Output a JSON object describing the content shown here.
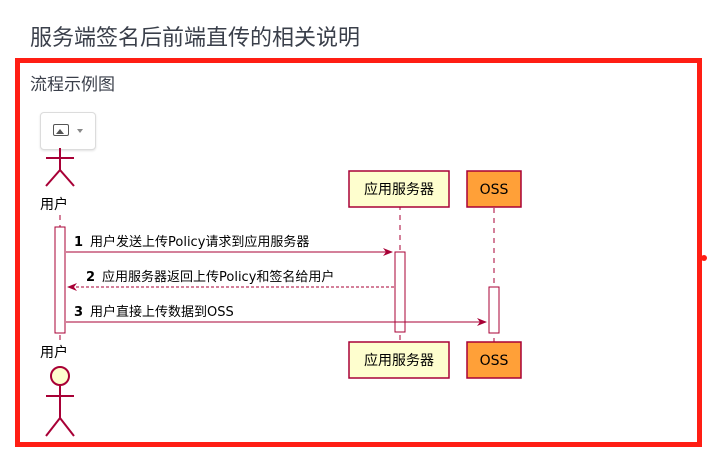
{
  "page": {
    "title": "服务端签名后前端直传的相关说明"
  },
  "section": {
    "title": "流程示例图"
  },
  "diagram": {
    "actor_top": "用户",
    "actor_bottom": "用户",
    "participant_app_top": "应用服务器",
    "participant_app_bottom": "应用服务器",
    "participant_oss_top": "OSS",
    "participant_oss_bottom": "OSS",
    "messages": [
      {
        "num": "1",
        "text": "用户发送上传Policy请求到应用服务器"
      },
      {
        "num": "2",
        "text": "应用服务器返回上传Policy和签名给用户"
      },
      {
        "num": "3",
        "text": "用户直接上传数据到OSS"
      }
    ],
    "colors": {
      "frame": "#ff1e14",
      "participant_fill": "#fefece",
      "oss_fill": "#ffa038",
      "arrow": "#a80036"
    }
  }
}
